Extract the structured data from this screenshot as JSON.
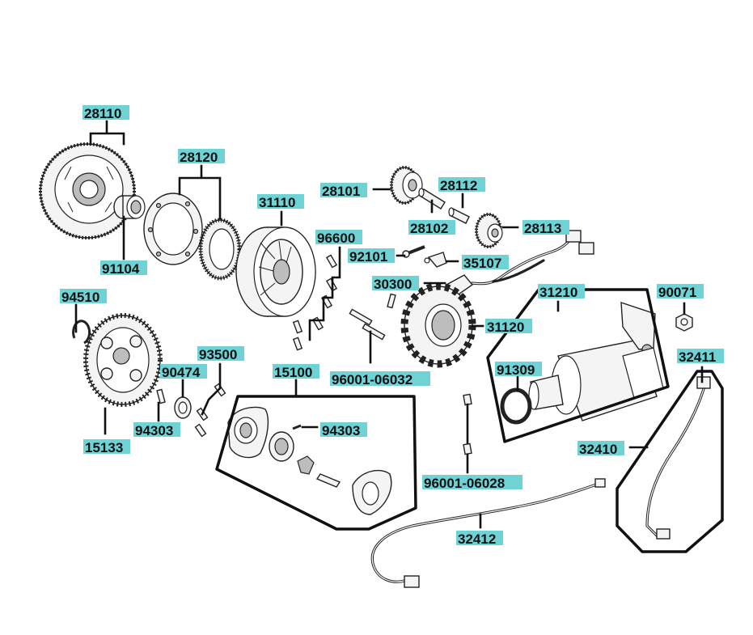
{
  "diagram": {
    "labels": {
      "p28110": "28110",
      "p91104": "91104",
      "p28120": "28120",
      "p31110": "31110",
      "p96600": "96600",
      "p28101": "28101",
      "p28112": "28112",
      "p28102": "28102",
      "p28113": "28113",
      "p92101": "92101",
      "p35107": "35107",
      "p30300": "30300",
      "p31120": "31120",
      "p96001_06032": "96001-06032",
      "p31210": "31210",
      "p90071": "90071",
      "p94510": "94510",
      "p93500": "93500",
      "p90474": "90474",
      "p15100": "15100",
      "p94303a": "94303",
      "p94303b": "94303",
      "p15133": "15133",
      "p91309": "91309",
      "p32411": "32411",
      "p32410": "32410",
      "p96001_06028": "96001-06028",
      "p32412": "32412"
    },
    "colors": {
      "label_highlight": "#6fd3d6",
      "line": "#111111"
    }
  }
}
